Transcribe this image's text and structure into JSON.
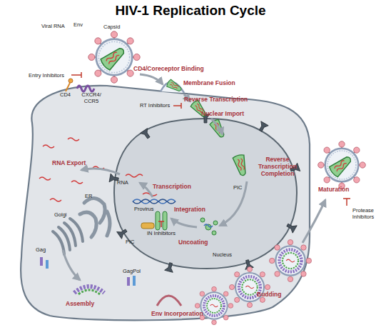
{
  "diagram": {
    "title": "HIV-1 Replication Cycle",
    "labels": [
      "Viral RNA",
      "Env",
      "Capsid",
      "CD4/Coreceptor Binding",
      "Entry Inhibitors",
      "CD4",
      "CXCR4/ CCR5",
      "Membrane Fusion",
      "RT Inhibitors",
      "Reverse Transcription",
      "Nuclear Import",
      "RNA Export",
      "RNA",
      "Transcription",
      "Reverse Transcription Completion",
      "ER",
      "Golgi",
      "Provirus",
      "Integration",
      "IN Inhibitors",
      "PIC",
      "PIC",
      "Uncoating",
      "Maturation",
      "Protease Inhibitors",
      "Gag",
      "GagPol",
      "Nucleus",
      "Assembly",
      "Budding",
      "Env Incorporation"
    ]
  }
}
